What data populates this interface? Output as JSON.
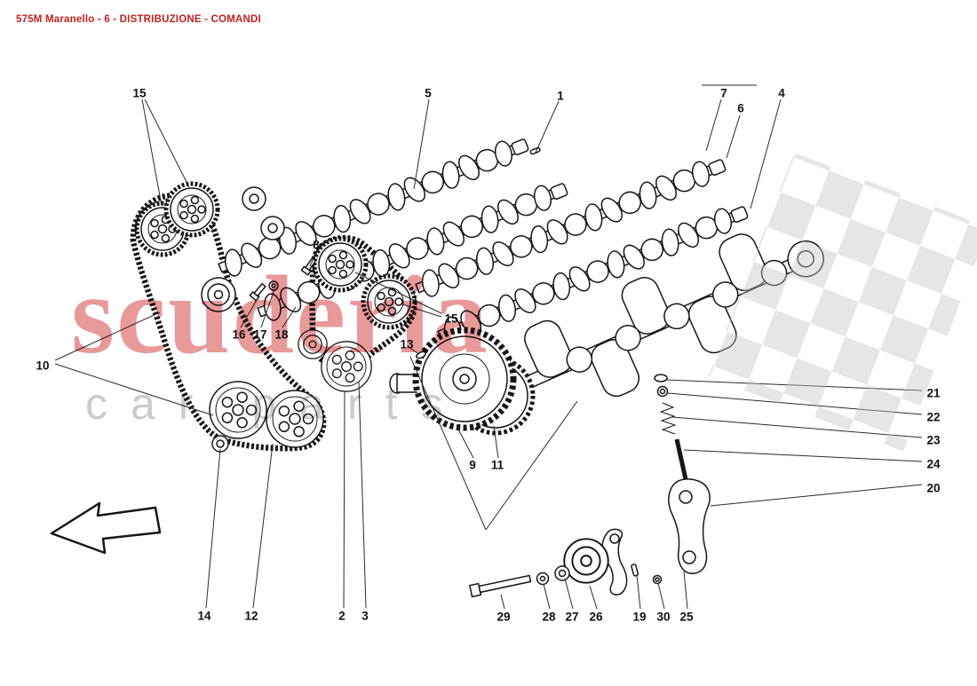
{
  "header": {
    "title": "575M Maranello - 6 - DISTRIBUZIONE - COMANDI"
  },
  "watermark": {
    "brand": "scuderia",
    "subtitle": "car parts"
  },
  "colors": {
    "title_red": "#c42020",
    "watermark_red": "#d23333",
    "watermark_gray": "#a8a8a8",
    "checker_gray": "#c4c4c4",
    "line_black": "#161616",
    "background": "#ffffff"
  },
  "callouts": [
    {
      "label": "15"
    },
    {
      "label": "5"
    },
    {
      "label": "1"
    },
    {
      "label": "7"
    },
    {
      "label": "6"
    },
    {
      "label": "4"
    },
    {
      "label": "8"
    },
    {
      "label": "16"
    },
    {
      "label": "17"
    },
    {
      "label": "18"
    },
    {
      "label": "15"
    },
    {
      "label": "13"
    },
    {
      "label": "10"
    },
    {
      "label": "9"
    },
    {
      "label": "11"
    },
    {
      "label": "21"
    },
    {
      "label": "22"
    },
    {
      "label": "23"
    },
    {
      "label": "24"
    },
    {
      "label": "20"
    },
    {
      "label": "14"
    },
    {
      "label": "12"
    },
    {
      "label": "2"
    },
    {
      "label": "3"
    },
    {
      "label": "29"
    },
    {
      "label": "28"
    },
    {
      "label": "27"
    },
    {
      "label": "26"
    },
    {
      "label": "19"
    },
    {
      "label": "30"
    },
    {
      "label": "25"
    }
  ]
}
